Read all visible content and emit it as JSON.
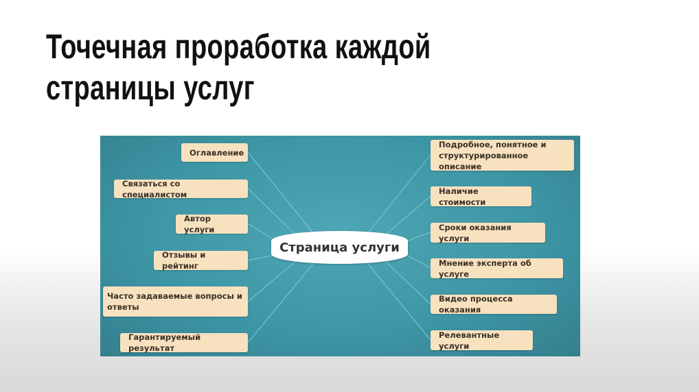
{
  "title_lines": [
    "Точечная проработка каждой",
    "страницы услуг"
  ],
  "diagram": {
    "center": "Страница услуги",
    "left": [
      "Оглавление",
      "Связаться со специалистом",
      "Автор услуги",
      "Отзывы и рейтинг",
      "Часто задаваемые вопросы и ответы",
      "Гарантируемый результат"
    ],
    "right": [
      "Подробное, понятное и структурированное описание",
      "Наличие стоимости",
      "Сроки оказания услуги",
      "Мнение эксперта об услуге",
      "Видео процесса оказания",
      "Релевантные услуги"
    ]
  },
  "colors": {
    "panel": "#3e97a6",
    "box": "#f7e1bf",
    "line": "#8fd3df"
  }
}
